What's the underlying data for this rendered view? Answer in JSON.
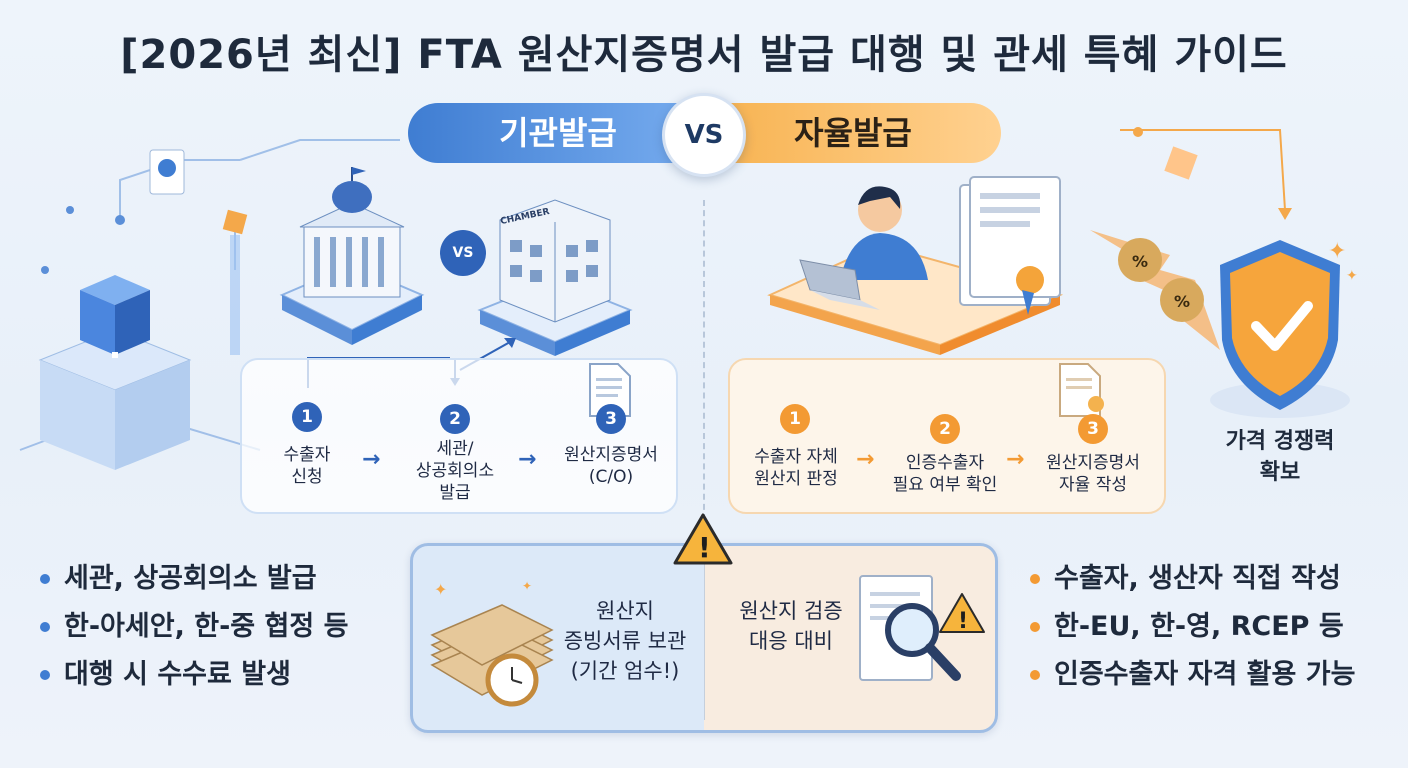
{
  "title": "[2026년 최신] FTA 원산지증명서 발급 대행 및 관세 특혜 가이드",
  "header": {
    "left_pill": "기관발급",
    "vs_label": "VS",
    "right_pill": "자율발급"
  },
  "illustration": {
    "vs_small": "VS",
    "building_sign": "CHAMBER"
  },
  "agency": {
    "steps": [
      {
        "num": "1",
        "text": "수출자\n신청"
      },
      {
        "num": "2",
        "text": "세관/\n상공회의소\n발급"
      },
      {
        "num": "3",
        "text": "원산지증명서\n(C/O)"
      }
    ],
    "bullets": [
      "세관, 상공회의소 발급",
      "한-아세안, 한-중 협정 등",
      "대행 시 수수료 발생"
    ]
  },
  "self": {
    "steps": [
      {
        "num": "1",
        "text": "수출자 자체\n원산지 판정"
      },
      {
        "num": "2",
        "text": "인증수출자\n필요 여부 확인"
      },
      {
        "num": "3",
        "text": "원산지증명서\n자율 작성"
      }
    ],
    "bullets": [
      "수출자, 생산자 직접 작성",
      "한-EU, 한-영, RCEP 등",
      "인증수출자 자격 활용 가능"
    ]
  },
  "shield_label": "가격 경쟁력\n확보",
  "percent_symbol": "%",
  "warning": {
    "left_text": "원산지\n증빙서류 보관\n(기간 엄수!)",
    "right_text": "원산지 검증\n대응 대비",
    "icon_symbol": "!"
  },
  "colors": {
    "accent_blue": "#2f63b8",
    "accent_orange": "#f39a33",
    "title": "#1e2a3c"
  }
}
